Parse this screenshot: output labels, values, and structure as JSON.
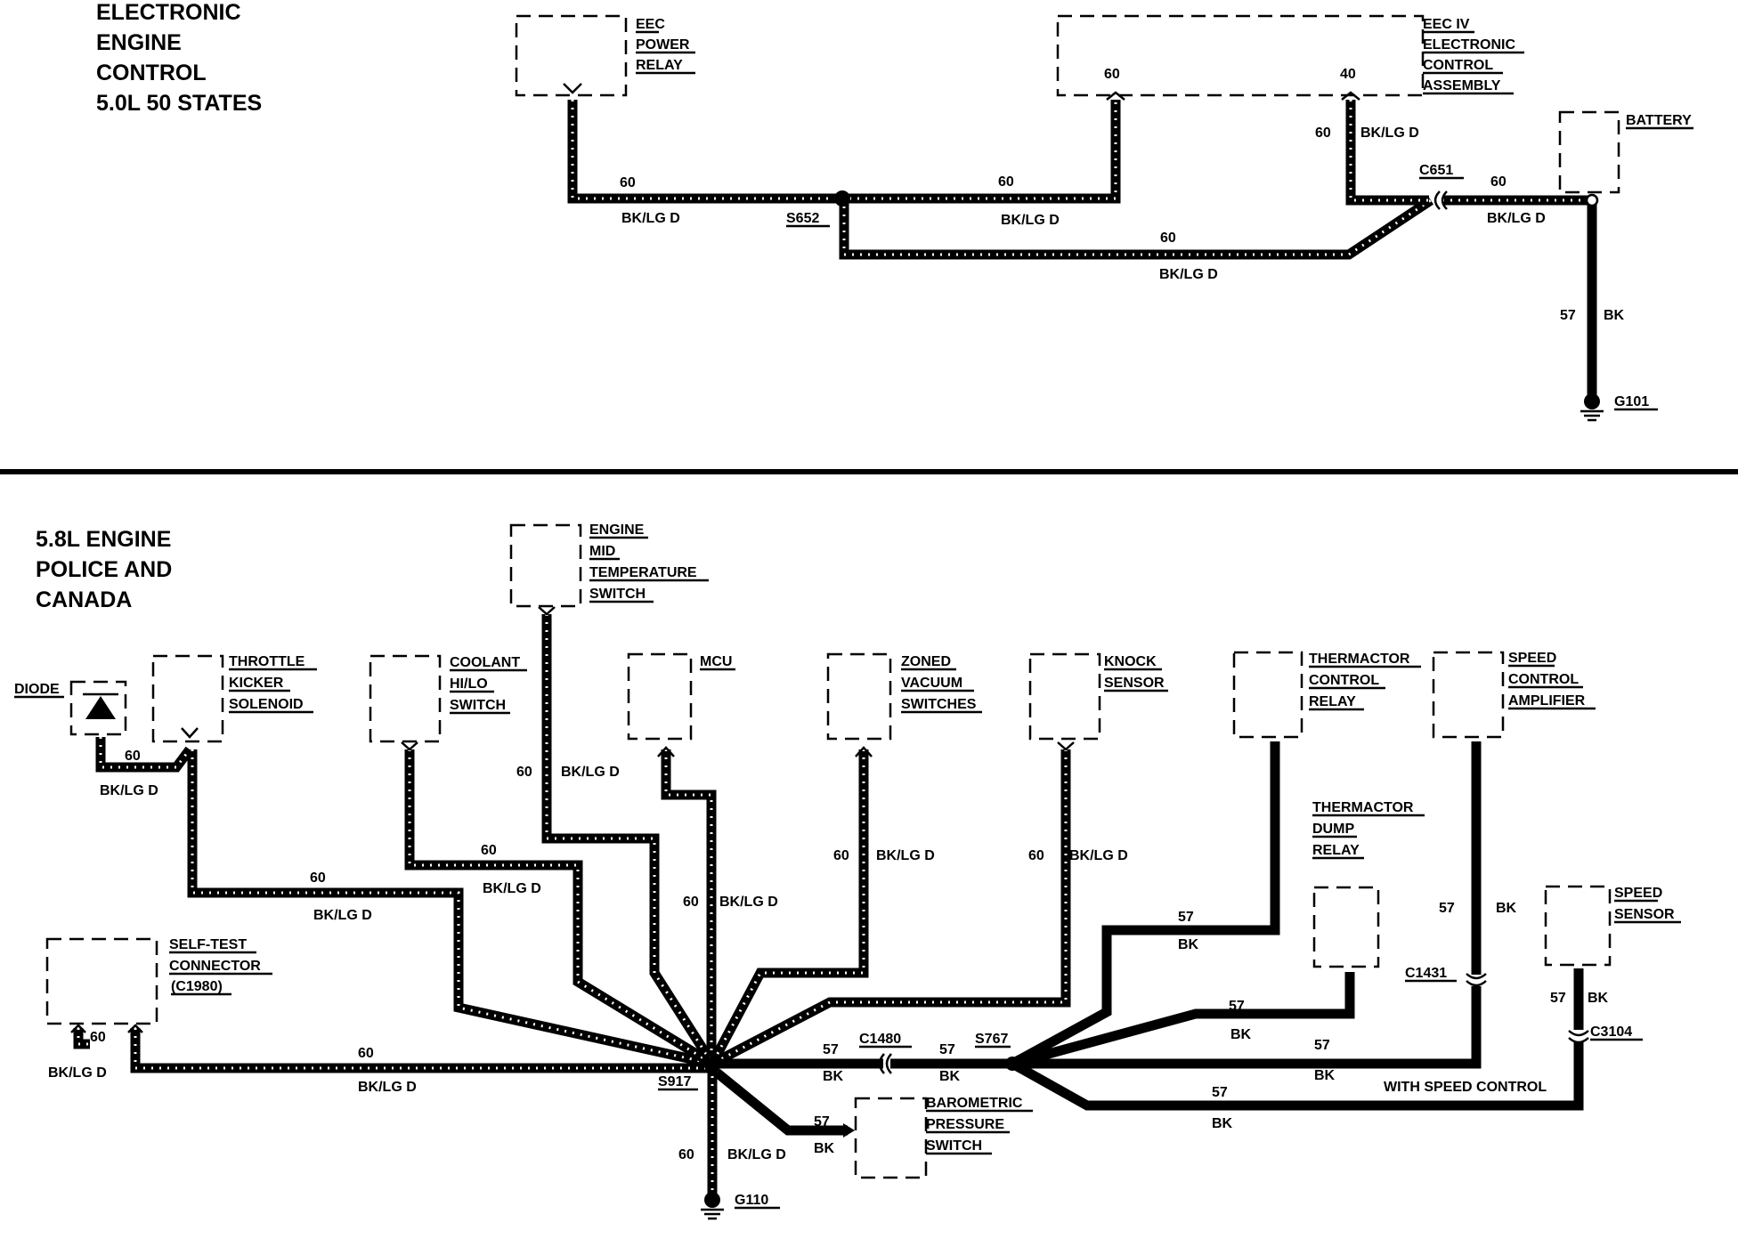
{
  "top_section": {
    "title": [
      "ELECTRONIC",
      "ENGINE",
      "CONTROL",
      "5.0L 50 STATES"
    ],
    "components": {
      "eec_power_relay": [
        "EEC",
        "POWER",
        "RELAY"
      ],
      "eec_iv_module": [
        "EEC IV",
        "ELECTRONIC",
        "CONTROL",
        "ASSEMBLY"
      ],
      "battery": [
        "BATTERY"
      ]
    },
    "pins": {
      "eec_iv_60": "60",
      "eec_iv_40": "40"
    },
    "splices": {
      "s652": "S652",
      "c651": "C651",
      "g101": "G101"
    },
    "wires": {
      "relay_to_s652": {
        "circuit": "60",
        "color": "BK/LG D"
      },
      "s652_to_eec": {
        "circuit": "60",
        "color": "BK/LG D"
      },
      "s652_to_c651": {
        "circuit": "60",
        "color": "BK/LG D"
      },
      "eec40_to_c651": {
        "circuit": "60",
        "color": "BK/LG D"
      },
      "c651_to_battery": {
        "circuit": "60",
        "color": "BK/LG D"
      },
      "battery_to_g101": {
        "circuit": "57",
        "color": "BK"
      }
    }
  },
  "bottom_section": {
    "title": [
      "5.8L ENGINE",
      "POLICE AND",
      "CANADA"
    ],
    "components": {
      "diode": [
        "DIODE"
      ],
      "throttle_kicker": [
        "THROTTLE",
        "KICKER",
        "SOLENOID"
      ],
      "coolant_switch": [
        "COOLANT",
        "HI/LO",
        "SWITCH"
      ],
      "engine_mid_temp": [
        "ENGINE",
        "MID",
        "TEMPERATURE",
        "SWITCH"
      ],
      "mcu": [
        "MCU"
      ],
      "zoned_vacuum": [
        "ZONED",
        "VACUUM",
        "SWITCHES"
      ],
      "knock_sensor": [
        "KNOCK",
        "SENSOR"
      ],
      "thermactor_control": [
        "THERMACTOR",
        "CONTROL",
        "RELAY"
      ],
      "speed_control_amp": [
        "SPEED",
        "CONTROL",
        "AMPLIFIER"
      ],
      "thermactor_dump": [
        "THERMACTOR",
        "DUMP",
        "RELAY"
      ],
      "speed_sensor": [
        "SPEED",
        "SENSOR"
      ],
      "self_test": [
        "SELF-TEST",
        "CONNECTOR",
        "(C1980)"
      ],
      "baro_switch": [
        "BAROMETRIC",
        "PRESSURE",
        "SWITCH"
      ]
    },
    "splices": {
      "s917": "S917",
      "s767": "S767",
      "c1480": "C1480",
      "c1431": "C1431",
      "c3104": "C3104",
      "g110": "G110"
    },
    "note_speed_control": "WITH SPEED CONTROL",
    "wire_labels": {
      "c60": "60",
      "c57": "57",
      "bklgd": "BK/LG D",
      "bk": "BK"
    }
  }
}
